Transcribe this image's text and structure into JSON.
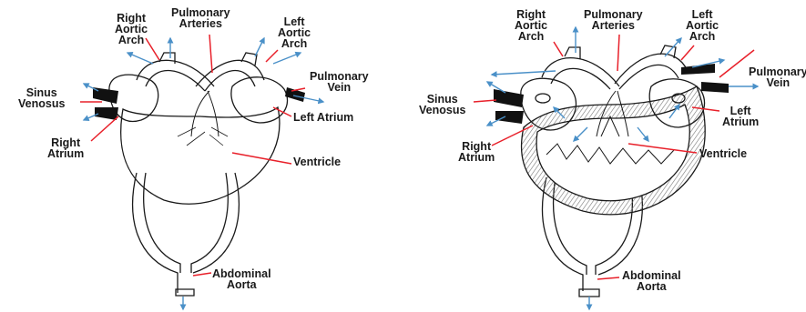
{
  "colors": {
    "leader_line": "#e8202a",
    "flow_arrow": "#4a90c8",
    "outline": "#1a1a1a",
    "vessel_fill": "#111111",
    "background": "#ffffff"
  },
  "left_figure": {
    "labels": {
      "right_aortic_arch": "Right\nAortic\nArch",
      "pulmonary_arteries": "Pulmonary\nArteries",
      "left_aortic_arch": "Left\nAortic\nArch",
      "pulmonary_vein": "Pulmonary\nVein",
      "sinus_venosus": "Sinus\nVenosus",
      "left_atrium": "Left Atrium",
      "right_atrium": "Right\nAtrium",
      "ventricle": "Ventricle",
      "abdominal_aorta": "Abdominal\nAorta"
    }
  },
  "right_figure": {
    "labels": {
      "right_aortic_arch": "Right\nAortic\nArch",
      "pulmonary_arteries": "Pulmonary\nArteries",
      "left_aortic_arch": "Left\nAortic\nArch",
      "pulmonary_vein": "Pulmonary\nVein",
      "sinus_venosus": "Sinus\nVenosus",
      "left_atrium": "Left\nAtrium",
      "right_atrium": "Right\nAtrium",
      "ventricle": "Ventricle",
      "abdominal_aorta": "Abdominal\nAorta"
    }
  }
}
